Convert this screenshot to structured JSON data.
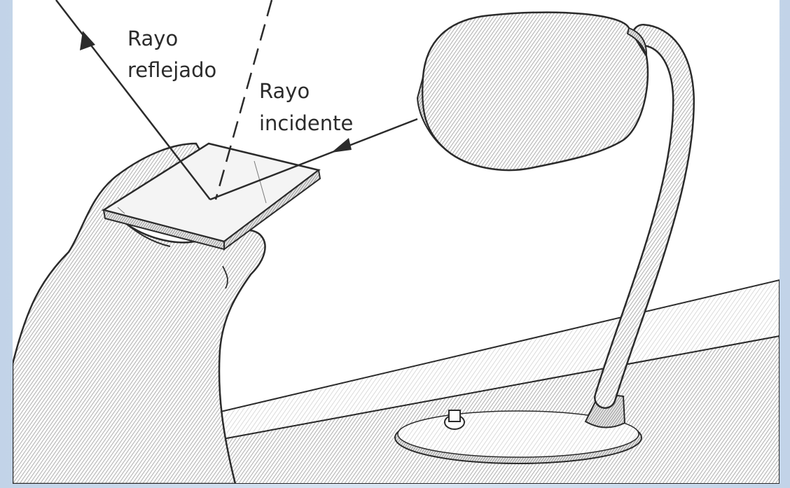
{
  "labels": {
    "reflected_line1": "Rayo",
    "reflected_line2": "reflejado",
    "incident_line1": "Rayo",
    "incident_line2": "incidente"
  },
  "colors": {
    "page_border": "#c9d8ea",
    "canvas": "#ffffff",
    "ink": "#2b2b2b",
    "shading": "#b8b8b8"
  }
}
